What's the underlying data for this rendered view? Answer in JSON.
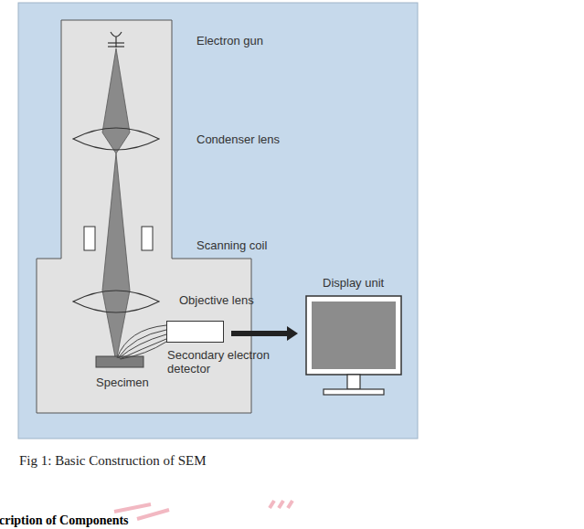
{
  "diagram": {
    "caption": "Fig 1: Basic Construction of SEM",
    "nodes": [
      {
        "text": [
          "Secondary electron detector"
        ]
      },
      {
        "text": [
          "Display unit"
        ]
      }
    ],
    "edges": [
      {
        "from": 0,
        "to": 1,
        "arrow": "to"
      }
    ],
    "labels": [
      "Electron gun",
      "Condenser lens",
      "Scanning coil",
      "Objective lens",
      "Specimen",
      "cription of Components"
    ]
  }
}
